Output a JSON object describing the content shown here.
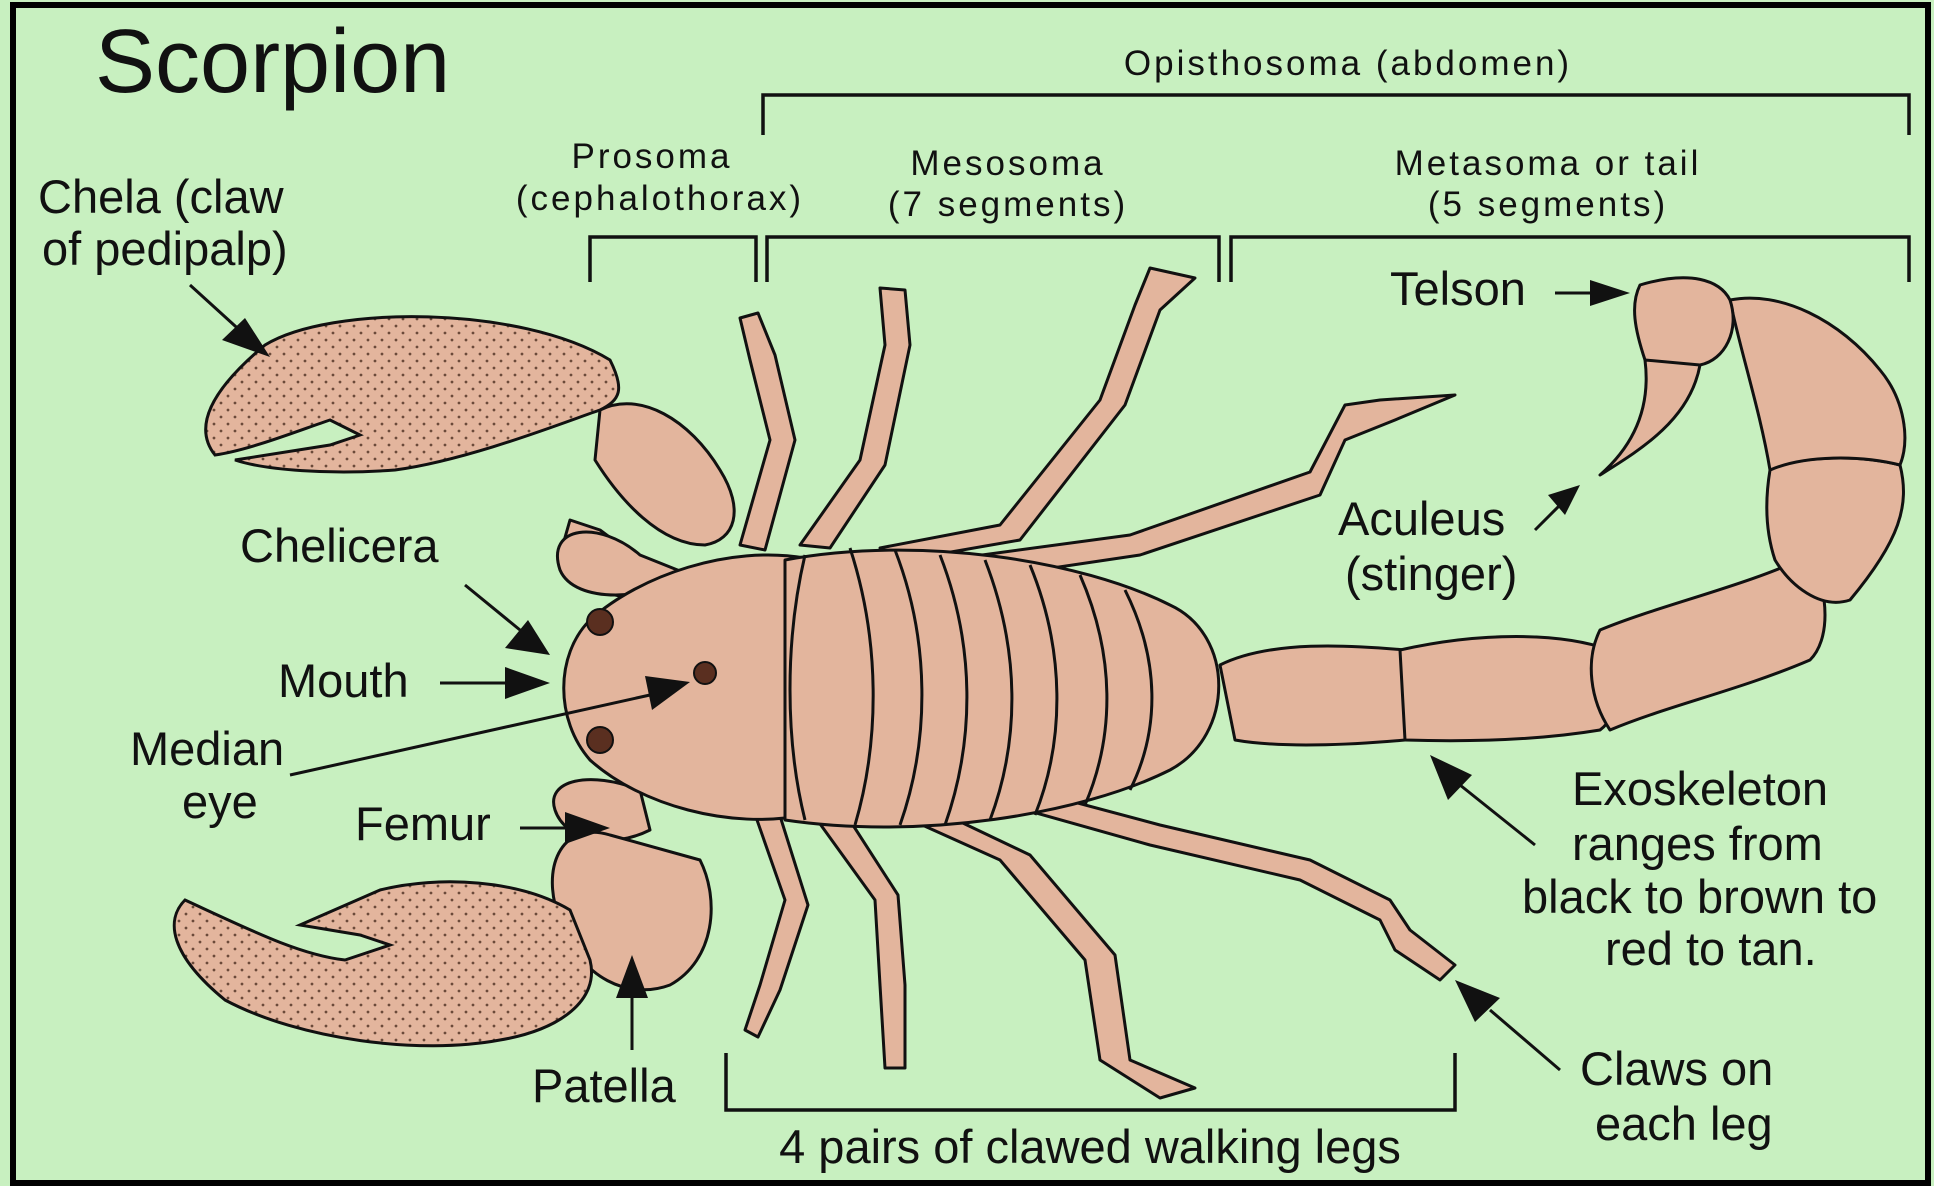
{
  "title": "Scorpion",
  "colors": {
    "background": "#c8f0c0",
    "body": "#e3b59d",
    "outline": "#111111",
    "frame": "#000000"
  },
  "labels": {
    "opisthosoma": "Opisthosoma (abdomen)",
    "prosoma_1": "Prosoma",
    "prosoma_2": "(cephalothorax)",
    "mesosoma_1": "Mesosoma",
    "mesosoma_2": "(7 segments)",
    "metasoma_1": "Metasoma or tail",
    "metasoma_2": "(5 segments)",
    "chela_1": "Chela (claw",
    "chela_2": "of pedipalp)",
    "telson": "Telson",
    "aculeus_1": "Aculeus",
    "aculeus_2": "(stinger)",
    "chelicera": "Chelicera",
    "mouth": "Mouth",
    "median_eye_1": "Median",
    "median_eye_2": "eye",
    "femur": "Femur",
    "patella": "Patella",
    "exoskeleton_1": "Exoskeleton",
    "exoskeleton_2": "ranges from",
    "exoskeleton_3": "black to brown to",
    "exoskeleton_4": "red to tan.",
    "claws_1": "Claws on",
    "claws_2": "each leg",
    "walking_legs": "4 pairs of clawed walking legs"
  }
}
